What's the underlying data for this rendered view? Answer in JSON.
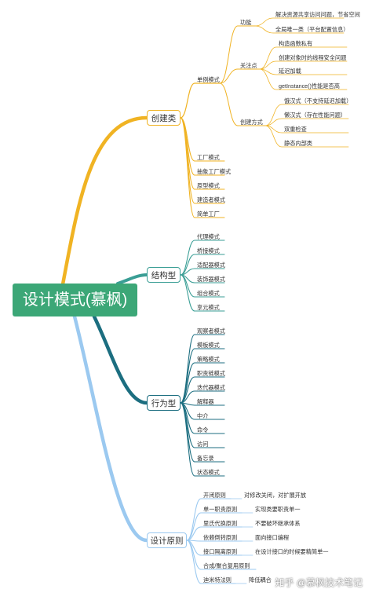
{
  "root": {
    "label": "设计模式(慕枫)"
  },
  "colors": {
    "root_bg": "#3ca777",
    "creational": "#f0b323",
    "structural": "#3a9e95",
    "behavioral": "#1c6e80",
    "principles": "#9bc9f0"
  },
  "creational": {
    "label": "创建类",
    "singleton": {
      "label": "单例模式",
      "function": {
        "label": "功能",
        "items": [
          "解决资源共享访问问题，节省空间",
          "全局唯一类（平台配置信息）"
        ]
      },
      "concerns": {
        "label": "关注点",
        "items": [
          "构造函数私有",
          "创建对象时的线程安全问题",
          "延迟加载",
          "getInstance()性能是否高"
        ]
      },
      "methods": {
        "label": "创建方式",
        "items": [
          "饿汉式（不支持延迟加载）",
          "懒汉式（存在性能问题）",
          "双重检查",
          "静态内部类"
        ]
      }
    },
    "others": [
      "工厂模式",
      "抽象工厂模式",
      "原型模式",
      "建造者模式",
      "简单工厂"
    ]
  },
  "structural": {
    "label": "结构型",
    "items": [
      "代理模式",
      "桥接模式",
      "适配器模式",
      "装饰器模式",
      "组合模式",
      "享元模式"
    ]
  },
  "behavioral": {
    "label": "行为型",
    "items": [
      "观察者模式",
      "模板模式",
      "策略模式",
      "职责链模式",
      "迭代器模式",
      "解释器",
      "中介",
      "命令",
      "访问",
      "备忘录",
      "状态模式"
    ]
  },
  "principles": {
    "label": "设计原则",
    "items": [
      {
        "name": "开闭原则",
        "note": "对修改关闭，对扩展开放"
      },
      {
        "name": "单一职责原则",
        "note": "实现类要职责单一"
      },
      {
        "name": "里氏代换原则",
        "note": "不要破坏继承体系"
      },
      {
        "name": "依赖倒转原则",
        "note": "面向接口编程"
      },
      {
        "name": "接口隔离原则",
        "note": "在设计接口的时候要精简单一"
      },
      {
        "name": "合成/聚合复用原则",
        "note": ""
      },
      {
        "name": "迪米特法则",
        "note": "降低耦合"
      }
    ]
  },
  "watermark": "知乎 @慕枫技术笔记"
}
